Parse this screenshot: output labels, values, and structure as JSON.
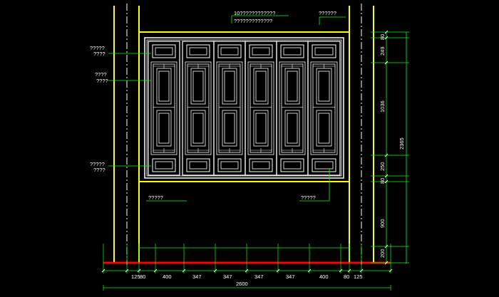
{
  "colors": {
    "background": "#000000",
    "frame": "#ffff00",
    "panel": "#ffffff",
    "dimension": "#00ff00",
    "ground": "#ff0000",
    "centerline": "#ffffff"
  },
  "annotations": {
    "top_center_1": "10????????????",
    "top_center_2": "?????????????",
    "top_right": "??????",
    "left_1_a": "?????",
    "left_1_b": "????",
    "left_2_a": "????",
    "left_2_b": "????",
    "left_3_a": "?????",
    "left_3_b": "????",
    "bottom_left": "?????",
    "bottom_right": "?????"
  },
  "dimensions": {
    "horizontal": [
      "125",
      "80",
      "400",
      "347",
      "347",
      "347",
      "347",
      "400",
      "80",
      "125"
    ],
    "total_width": "2600",
    "right_inner": [
      "80",
      "249",
      "1036",
      "250",
      "80",
      "900",
      "200"
    ],
    "total_height": "2365"
  }
}
